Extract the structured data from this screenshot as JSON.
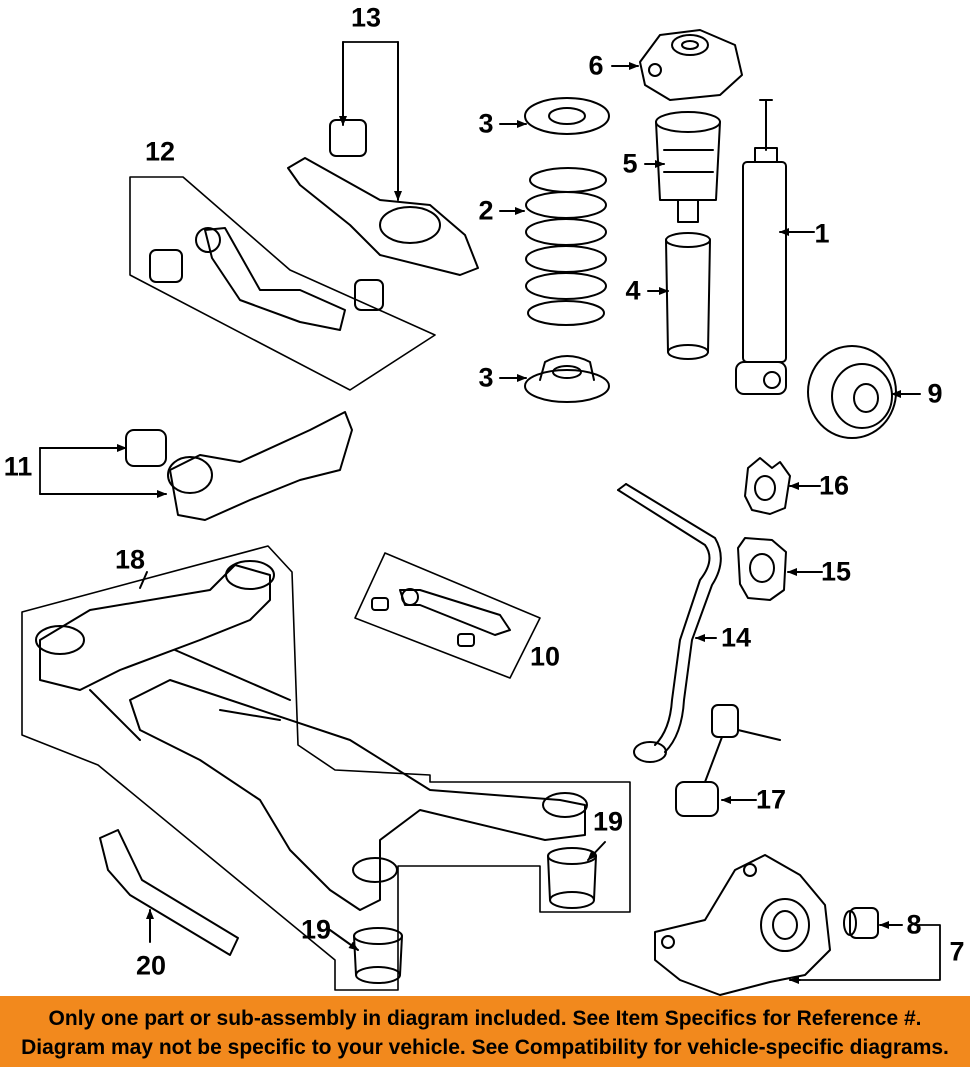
{
  "callouts": {
    "c1": "1",
    "c2": "2",
    "c3a": "3",
    "c3b": "3",
    "c4": "4",
    "c5": "5",
    "c6": "6",
    "c7": "7",
    "c8": "8",
    "c9": "9",
    "c10": "10",
    "c11": "11",
    "c12": "12",
    "c13": "13",
    "c14": "14",
    "c15": "15",
    "c16": "16",
    "c17": "17",
    "c18": "18",
    "c19a": "19",
    "c19b": "19",
    "c20": "20"
  },
  "banner": {
    "line1": "Only one part or sub-assembly in diagram included. See Item Specifics for Reference #.",
    "line2": "Diagram may not be specific to your vehicle. See Compatibility for vehicle-specific diagrams.",
    "background": "#f2891d"
  }
}
